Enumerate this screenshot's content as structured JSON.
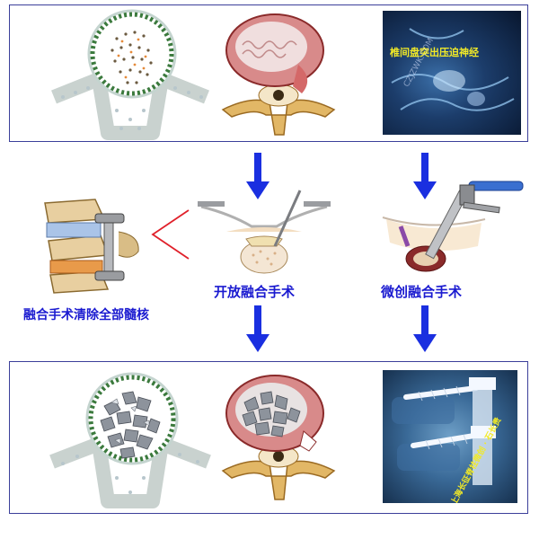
{
  "mri_caption": "椎间盘突出压迫神经",
  "mri_watermark": "CZJZWK.COM",
  "xray_watermark": "上海长征脊柱微创 · 石长贵",
  "fusion_label": "融合手术清除全部髓核",
  "open_surgery_label": "开放融合手术",
  "mis_surgery_label": "微创融合手术",
  "colors": {
    "panel_border": "#3b3f9a",
    "arrow": "#1a2fe0",
    "label": "#1a1ad0",
    "bracket": "#e0202a"
  }
}
